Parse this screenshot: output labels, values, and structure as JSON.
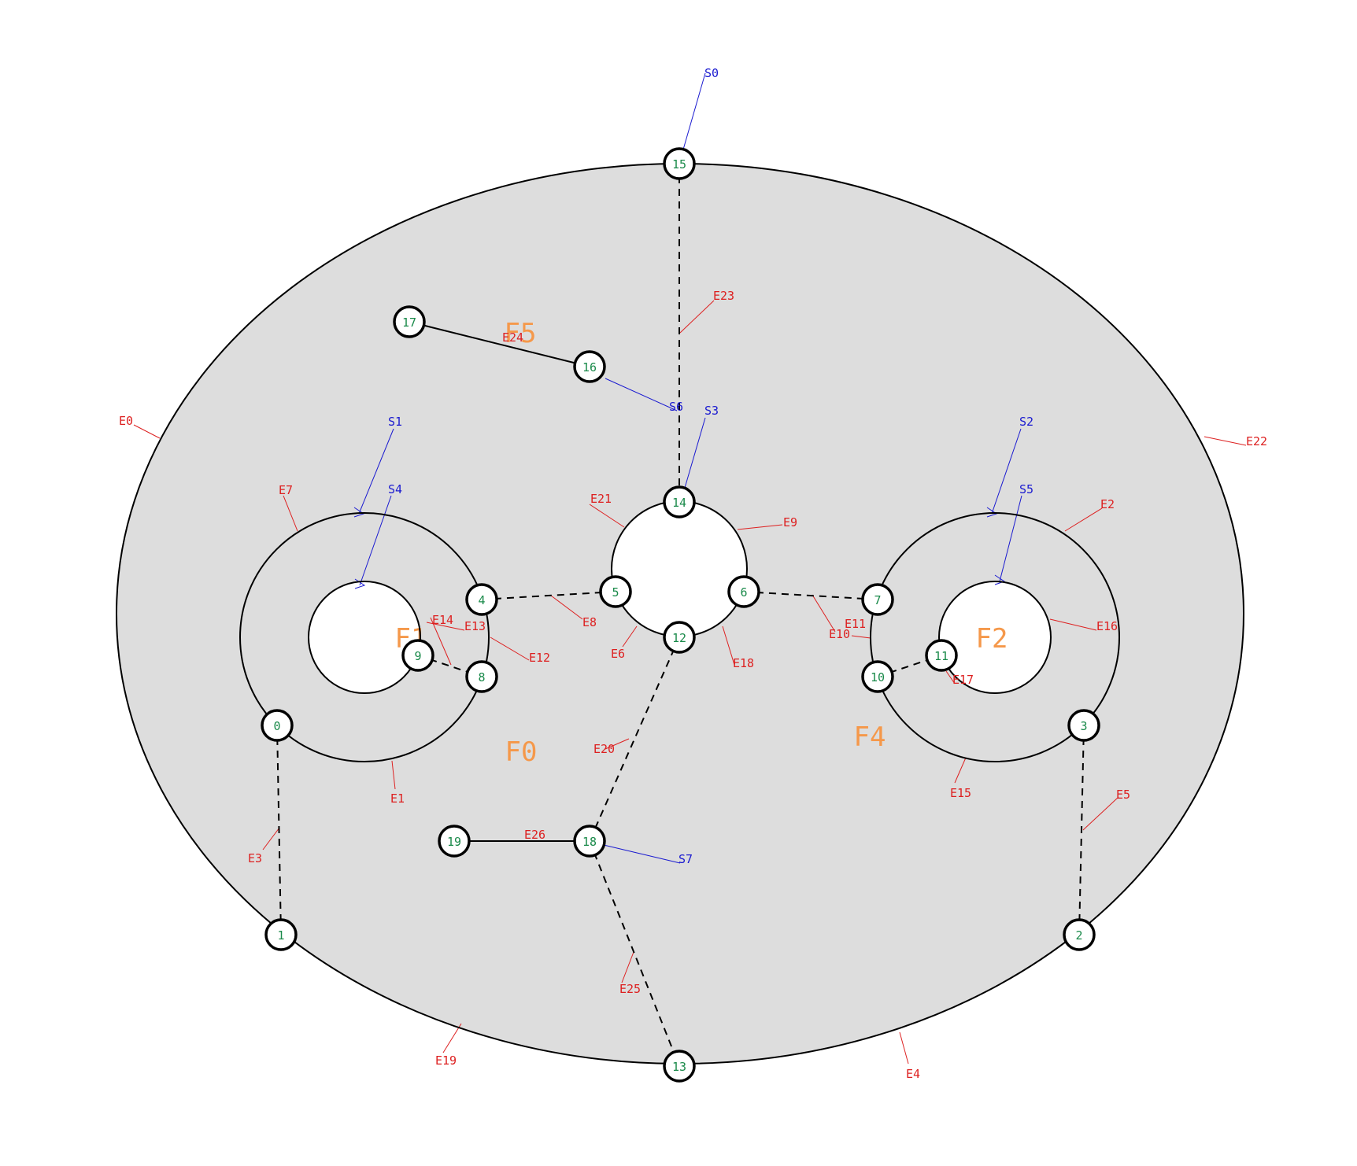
{
  "colors": {
    "face_fill": "#dddddd",
    "hole_fill": "#ffffff",
    "edge": "#000000",
    "vertex_text": "#1a8a4a",
    "edge_label": "#dd2020",
    "seed_label": "#1a1ad0",
    "face_label": "#f5984a"
  },
  "vertices": [
    {
      "id": "0",
      "label": "0"
    },
    {
      "id": "1",
      "label": "1"
    },
    {
      "id": "2",
      "label": "2"
    },
    {
      "id": "3",
      "label": "3"
    },
    {
      "id": "4",
      "label": "4"
    },
    {
      "id": "5",
      "label": "5"
    },
    {
      "id": "6",
      "label": "6"
    },
    {
      "id": "7",
      "label": "7"
    },
    {
      "id": "8",
      "label": "8"
    },
    {
      "id": "9",
      "label": "9"
    },
    {
      "id": "10",
      "label": "10"
    },
    {
      "id": "11",
      "label": "11"
    },
    {
      "id": "12",
      "label": "12"
    },
    {
      "id": "13",
      "label": "13"
    },
    {
      "id": "14",
      "label": "14"
    },
    {
      "id": "15",
      "label": "15"
    },
    {
      "id": "16",
      "label": "16"
    },
    {
      "id": "17",
      "label": "17"
    },
    {
      "id": "18",
      "label": "18"
    },
    {
      "id": "19",
      "label": "19"
    }
  ],
  "dashed_edges": [
    {
      "from": "0",
      "to": "1"
    },
    {
      "from": "3",
      "to": "2"
    },
    {
      "from": "4",
      "to": "5"
    },
    {
      "from": "6",
      "to": "7"
    },
    {
      "from": "9",
      "to": "8"
    },
    {
      "from": "10",
      "to": "11"
    },
    {
      "from": "15",
      "to": "14"
    },
    {
      "from": "12",
      "to": "18"
    },
    {
      "from": "18",
      "to": "13"
    }
  ],
  "solid_edges": [
    {
      "from": "17",
      "to": "16"
    },
    {
      "from": "19",
      "to": "18"
    }
  ],
  "edge_labels": [
    "E0",
    "E1",
    "E2",
    "E3",
    "E4",
    "E5",
    "E6",
    "E7",
    "E8",
    "E9",
    "E10",
    "E11",
    "E12",
    "E13",
    "E14",
    "E15",
    "E16",
    "E17",
    "E18",
    "E19",
    "E20",
    "E21",
    "E22",
    "E23",
    "E24",
    "E25",
    "E26"
  ],
  "seed_labels": [
    "S0",
    "S1",
    "S2",
    "S3",
    "S4",
    "S5",
    "S6",
    "S7"
  ],
  "face_labels": [
    "F0",
    "F1",
    "F2",
    "F4",
    "F5"
  ]
}
